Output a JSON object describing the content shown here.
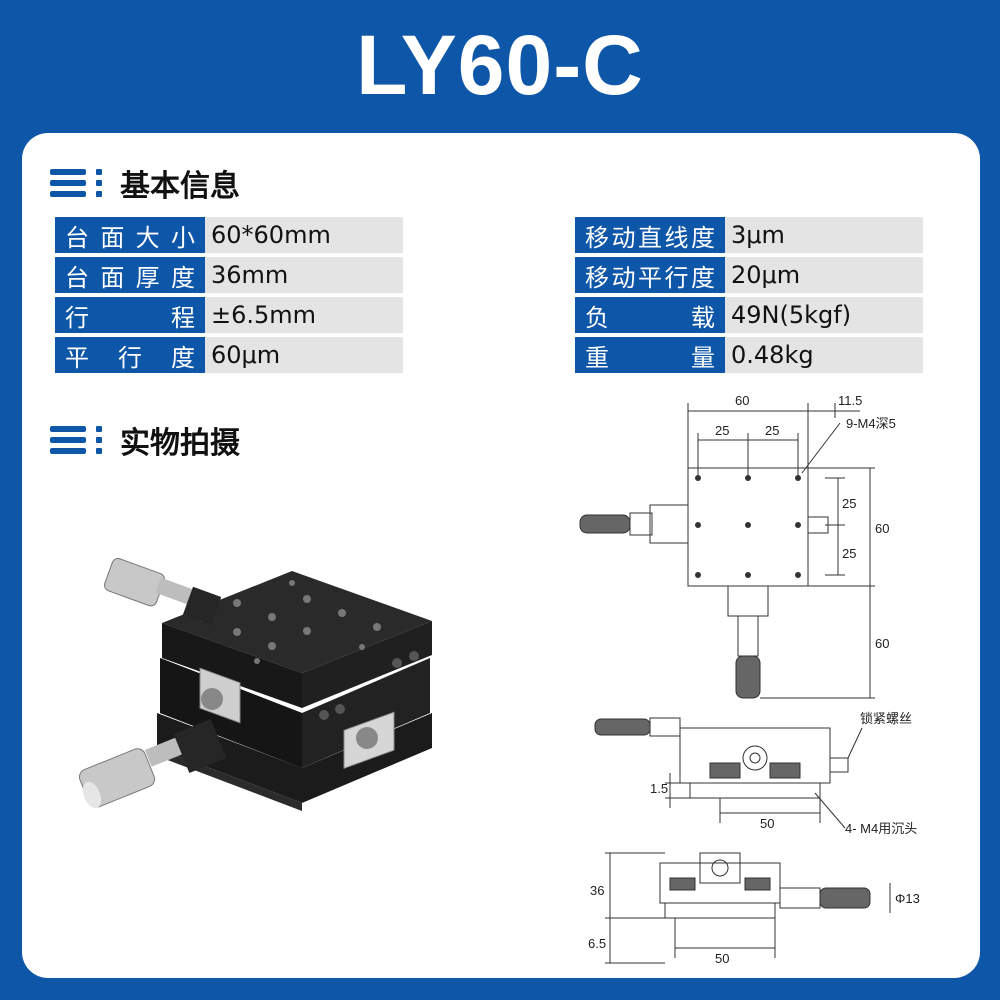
{
  "title": "LY60-C",
  "section_basic": "基本信息",
  "section_photo": "实物拍摄",
  "specs_left": [
    {
      "key": "台面大小",
      "value": "60*60mm"
    },
    {
      "key": "台面厚度",
      "value": "36mm"
    },
    {
      "key": "行程",
      "value": "±6.5mm"
    },
    {
      "key": "平行度",
      "value": "60μm"
    }
  ],
  "specs_right": [
    {
      "key": "移动直线度",
      "value": "3μm"
    },
    {
      "key": "移动平行度",
      "value": "20μm"
    },
    {
      "key": "负载",
      "value": "49N(5kgf)"
    },
    {
      "key": "重量",
      "value": "0.48kg"
    }
  ],
  "drawing": {
    "dim_60_top": "60",
    "dim_11_5": "11.5",
    "dim_25_a": "25",
    "dim_25_b": "25",
    "note_holes": "9-M4深5",
    "dim_25_v1": "25",
    "dim_25_v2": "25",
    "dim_60_right": "60",
    "dim_60_right2": "60",
    "note_lock": "锁紧螺丝",
    "dim_1_5": "1.5",
    "dim_50_mid": "50",
    "note_counter": "4- M4用沉头",
    "dim_36": "36",
    "dim_phi13": "Φ13",
    "dim_6_5": "6.5",
    "dim_50_bot": "50"
  },
  "colors": {
    "brand": "#0e56a8",
    "cell_bg": "#e4e4e4"
  }
}
